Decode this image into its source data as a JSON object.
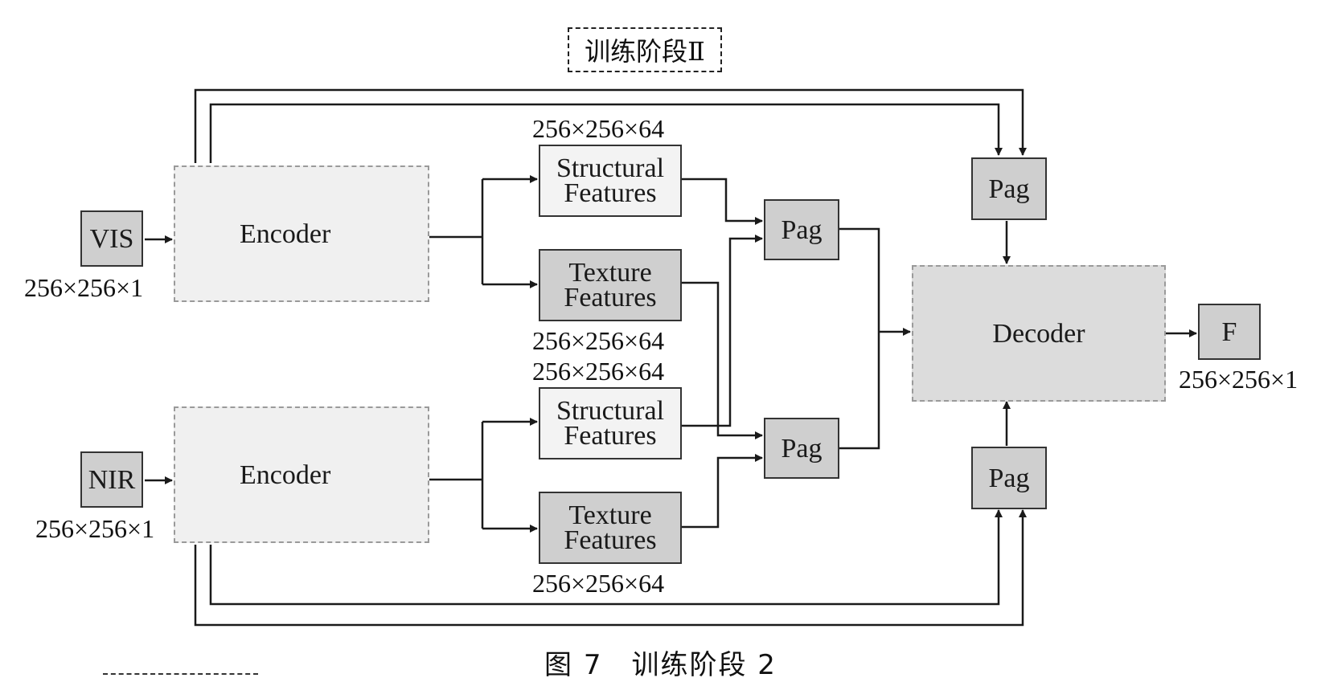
{
  "stage_label": "训练阶段Ⅱ",
  "inputs": {
    "vis": {
      "label": "VIS",
      "dims": "256×256×1"
    },
    "nir": {
      "label": "NIR",
      "dims": "256×256×1"
    }
  },
  "encoders": {
    "top": "Encoder",
    "bottom": "Encoder"
  },
  "features": {
    "top_structural": {
      "line1": "Structural",
      "line2": "Features",
      "dims": "256×256×64"
    },
    "top_texture": {
      "line1": "Texture",
      "line2": "Features",
      "dims": "256×256×64"
    },
    "bottom_structural": {
      "line1": "Structural",
      "line2": "Features",
      "dims": "256×256×64"
    },
    "bottom_texture": {
      "line1": "Texture",
      "line2": "Features",
      "dims": "256×256×64"
    }
  },
  "pag": {
    "mid_top": "Pag",
    "mid_bottom": "Pag",
    "right_top": "Pag",
    "right_bottom": "Pag"
  },
  "decoder": "Decoder",
  "output": {
    "label": "F",
    "dims": "256×256×1"
  },
  "caption": "图 7　训练阶段 2",
  "colors": {
    "line": "#1a1a1a",
    "dark_fill": "#cfcfcf",
    "light_fill": "#f3f3f3"
  }
}
